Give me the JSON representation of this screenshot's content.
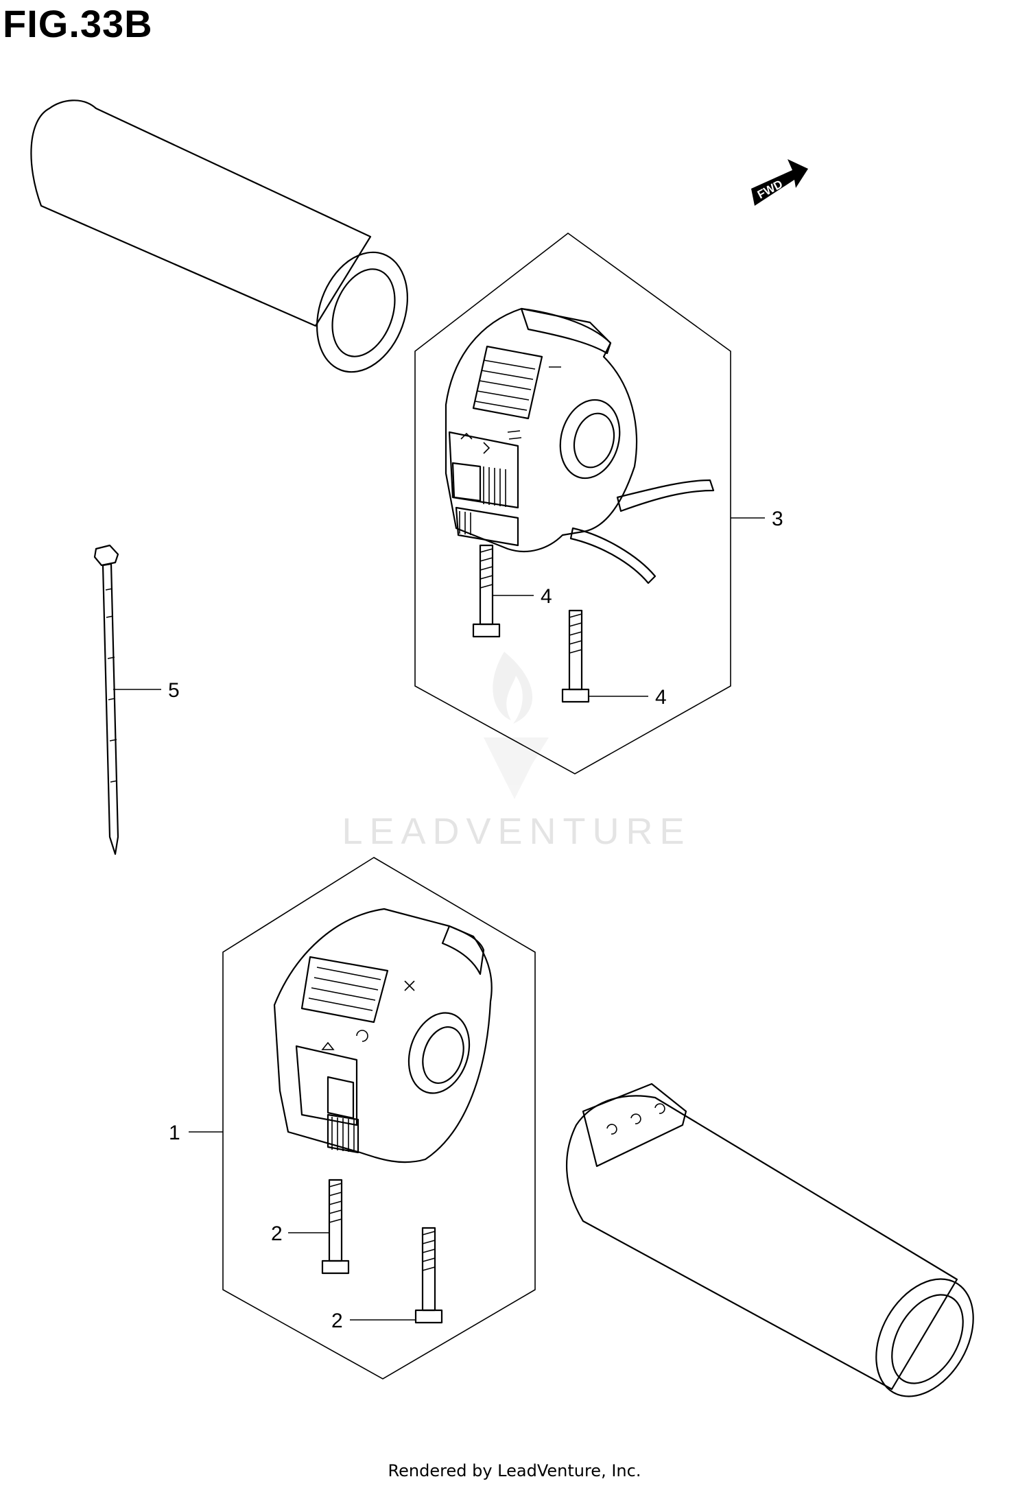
{
  "figure": {
    "title": "FIG.33B",
    "footer": "Rendered by LeadVenture, Inc.",
    "watermark": "LEADVENTURE",
    "direction_badge": "FWD"
  },
  "callouts": [
    {
      "id": "c1",
      "label": "1"
    },
    {
      "id": "c2a",
      "label": "2"
    },
    {
      "id": "c2b",
      "label": "2"
    },
    {
      "id": "c3",
      "label": "3"
    },
    {
      "id": "c4a",
      "label": "4"
    },
    {
      "id": "c4b",
      "label": "4"
    },
    {
      "id": "c5",
      "label": "5"
    }
  ],
  "colors": {
    "line": "#000000",
    "background": "#ffffff",
    "watermark": "#e4e4e4"
  }
}
